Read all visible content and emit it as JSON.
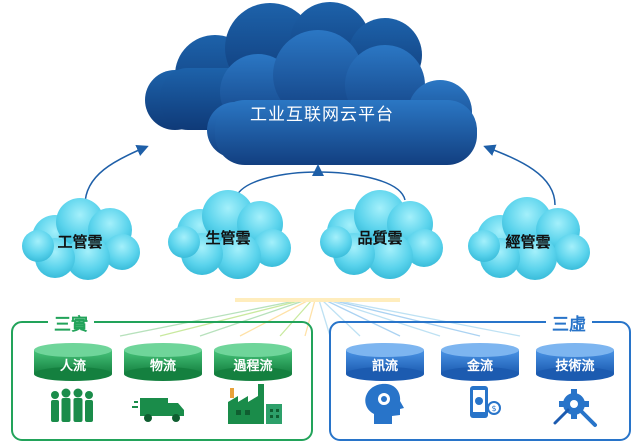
{
  "main_cloud": {
    "label": "工业互联网云平台"
  },
  "sub_clouds": [
    {
      "label": "工管雲"
    },
    {
      "label": "生管雲"
    },
    {
      "label": "品質雲"
    },
    {
      "label": "經管雲"
    }
  ],
  "groups": {
    "real": {
      "title": "三實",
      "color": "#22a35a",
      "items": [
        {
          "label": "人流",
          "icon": "people-icon"
        },
        {
          "label": "物流",
          "icon": "truck-icon"
        },
        {
          "label": "過程流",
          "icon": "factory-icon"
        }
      ]
    },
    "virtual": {
      "title": "三虛",
      "color": "#2874c9",
      "items": [
        {
          "label": "訊流",
          "icon": "brain-head-icon"
        },
        {
          "label": "金流",
          "icon": "mobile-payment-icon"
        },
        {
          "label": "技術流",
          "icon": "gear-tools-icon"
        }
      ]
    }
  },
  "colors": {
    "main_cloud": "#1e5fa8",
    "sub_cloud": "#5ad3ec",
    "green": "#22a35a",
    "blue": "#2874c9"
  }
}
